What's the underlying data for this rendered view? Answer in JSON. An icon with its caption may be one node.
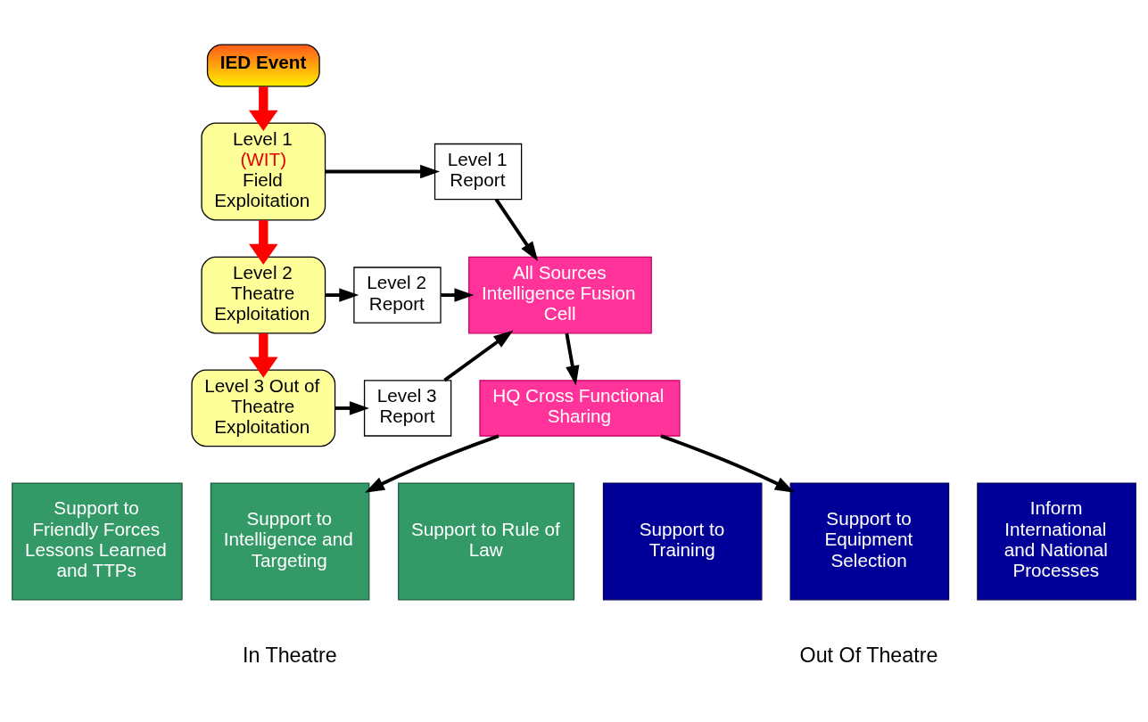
{
  "diagram": {
    "nodes": [
      {
        "text": [
          "IED Event"
        ]
      },
      {
        "text": [
          "Level 1",
          "(WIT)",
          "Field Exploitation"
        ]
      },
      {
        "text": [
          "Level 1 Report"
        ]
      },
      {
        "text": [
          "Level 2 Theatre Exploitation"
        ]
      },
      {
        "text": [
          "Level 2 Report"
        ]
      },
      {
        "text": [
          "Level 3 Out of Theatre Exploitation"
        ]
      },
      {
        "text": [
          "Level 3 Report"
        ]
      },
      {
        "text": [
          "All Sources Intelligence Fusion Cell"
        ]
      },
      {
        "text": [
          "HQ Cross Functional Sharing"
        ]
      },
      {
        "text": [
          "Support to Friendly Forces Lessons Learned and TTPs"
        ]
      },
      {
        "text": [
          "Support to Intelligence and Targeting"
        ]
      },
      {
        "text": [
          "Support to Rule of Law"
        ]
      },
      {
        "text": [
          "Support to Training"
        ]
      },
      {
        "text": [
          "Support to Equipment Selection"
        ]
      },
      {
        "text": [
          "Inform International and National Processes"
        ]
      }
    ],
    "edges": [
      {
        "from": 0,
        "to": 1,
        "arrow": "to",
        "style": "thick",
        "color": "#ff0000"
      },
      {
        "from": 1,
        "to": 2,
        "arrow": "to"
      },
      {
        "from": 1,
        "to": 3,
        "arrow": "to",
        "style": "thick",
        "color": "#ff0000"
      },
      {
        "from": 3,
        "to": 4,
        "arrow": "to"
      },
      {
        "from": 3,
        "to": 5,
        "arrow": "to",
        "style": "thick",
        "color": "#ff0000"
      },
      {
        "from": 5,
        "to": 6,
        "arrow": "to"
      },
      {
        "from": 2,
        "to": 7,
        "arrow": "to"
      },
      {
        "from": 4,
        "to": 7,
        "arrow": "to"
      },
      {
        "from": 6,
        "to": 7,
        "arrow": "to"
      },
      {
        "from": 7,
        "to": 8,
        "arrow": "to"
      },
      {
        "from": 8,
        "to": 10,
        "arrow": "to"
      },
      {
        "from": 8,
        "to": 13,
        "arrow": "to"
      }
    ],
    "labels": [
      "In Theatre",
      "Out Of Theatre"
    ]
  }
}
